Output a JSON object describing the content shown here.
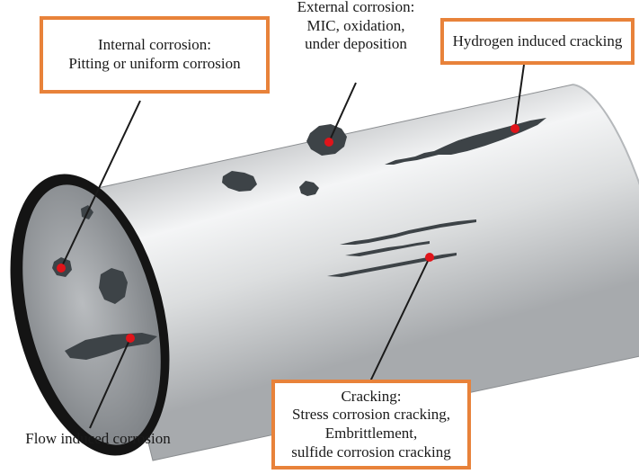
{
  "colors": {
    "box_border": "#e8823a",
    "marker": "#e0141a",
    "defect": "#3d4347",
    "pipe_rim": "#141414",
    "text": "#1a1a1a"
  },
  "labels": {
    "internal": [
      "Internal corrosion:",
      "Pitting or uniform corrosion"
    ],
    "external": [
      "External corrosion:",
      "MIC, oxidation,",
      "under deposition"
    ],
    "hydrogen": [
      "Hydrogen induced cracking"
    ],
    "cracking": [
      "Cracking:",
      "Stress corrosion cracking,",
      "Embrittlement,",
      "sulfide corrosion cracking"
    ],
    "flow": [
      "Flow induced corrosion"
    ]
  }
}
